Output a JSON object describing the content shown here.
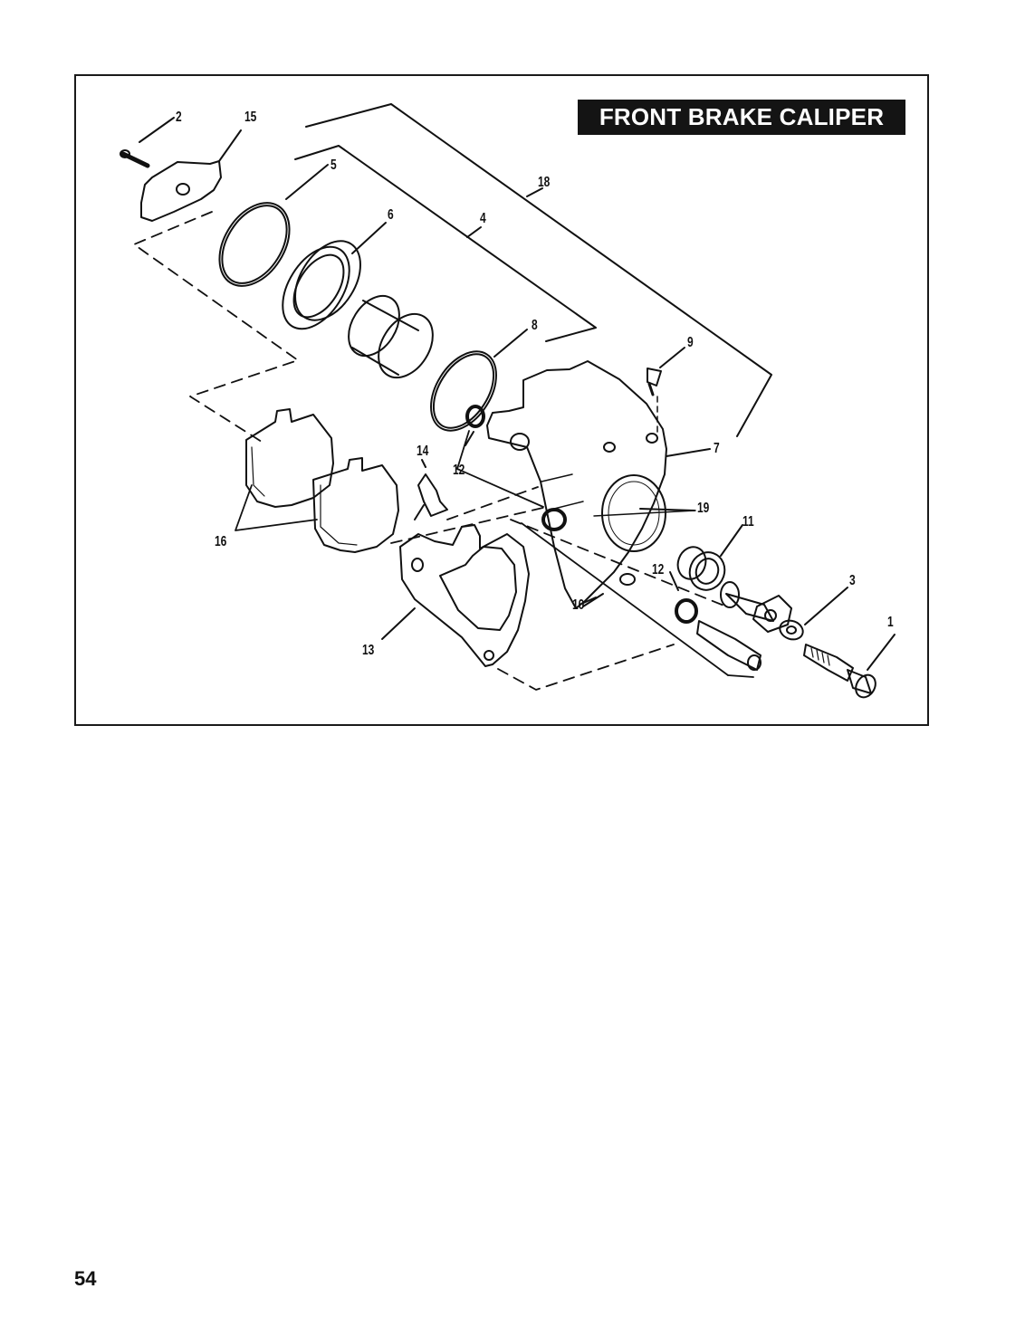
{
  "figure": {
    "title": "FRONT BRAKE CALIPER",
    "callouts": {
      "c1": "1",
      "c2": "2",
      "c3": "3",
      "c4": "4",
      "c5": "5",
      "c6": "6",
      "c7": "7",
      "c8": "8",
      "c9": "9",
      "c10": "10",
      "c11": "11",
      "c12a": "12",
      "c12b": "12",
      "c13": "13",
      "c14": "14",
      "c15": "15",
      "c16": "16",
      "c18": "18",
      "c19": "19"
    }
  },
  "page": {
    "number": "54"
  }
}
